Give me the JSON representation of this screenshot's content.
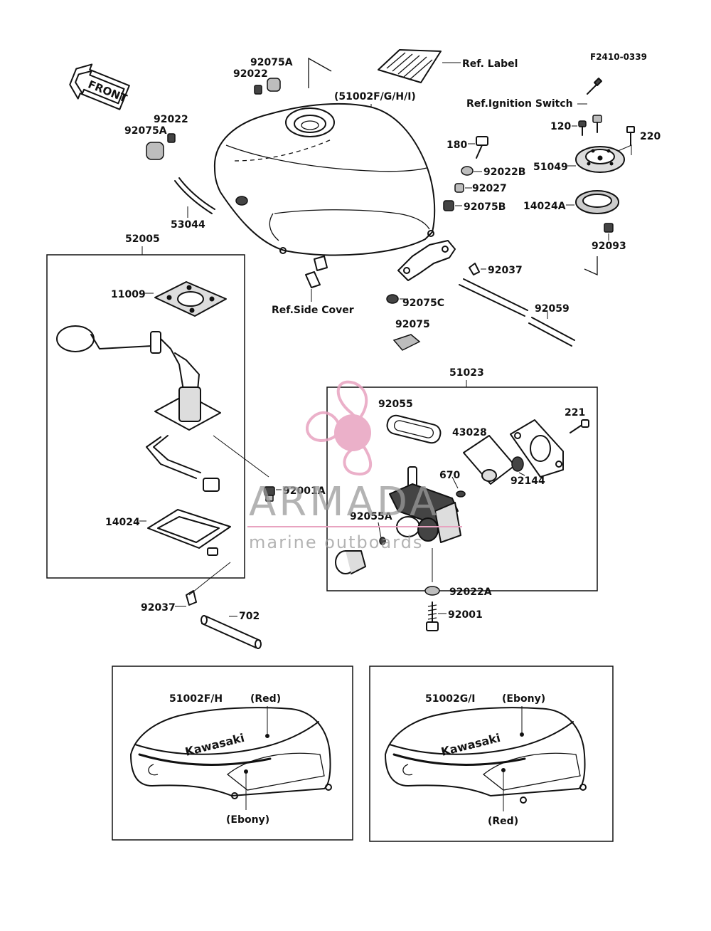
{
  "diagram_code": "F2410-0339",
  "front_arrow": "FRONT",
  "labels": {
    "ref_label": "Ref. Label",
    "ref_ignition": "Ref.Ignition Switch",
    "ref_side_cover": "Ref.Side Cover",
    "tank_main": "(51002F/G/H/I)",
    "p92075A_top": "92075A",
    "p92022_top": "92022",
    "p92022_left": "92022",
    "p92075A_left": "92075A",
    "p53044": "53044",
    "p52005": "52005",
    "p11009": "11009",
    "p180": "180",
    "p92022B": "92022B",
    "p92027": "92027",
    "p92075B": "92075B",
    "p92037_upper": "92037",
    "p92075C": "92075C",
    "p92059": "92059",
    "p92075": "92075",
    "p120": "120",
    "p220": "220",
    "p51049": "51049",
    "p14024A": "14024A",
    "p92093": "92093",
    "p51023": "51023",
    "p92055": "92055",
    "p43028": "43028",
    "p221": "221",
    "p670": "670",
    "p92144": "92144",
    "p92001A": "92001A",
    "p92055A": "92055A",
    "p14024": "14024",
    "p92022A": "92022A",
    "p92001": "92001",
    "p92037_lower": "92037",
    "p702": "702"
  },
  "variants": [
    {
      "code": "51002F/H",
      "upper_color": "(Red)",
      "lower_color": "(Ebony)"
    },
    {
      "code": "51002G/I",
      "upper_color": "(Ebony)",
      "lower_color": "(Red)"
    }
  ],
  "tank_brand": "Kawasaki",
  "watermark": {
    "brand": "ARMADA",
    "tagline": "marine outboards"
  },
  "colors": {
    "line": "#111111",
    "watermark_pink": "#e8a3c0",
    "watermark_gray": "#9a9a9a"
  }
}
